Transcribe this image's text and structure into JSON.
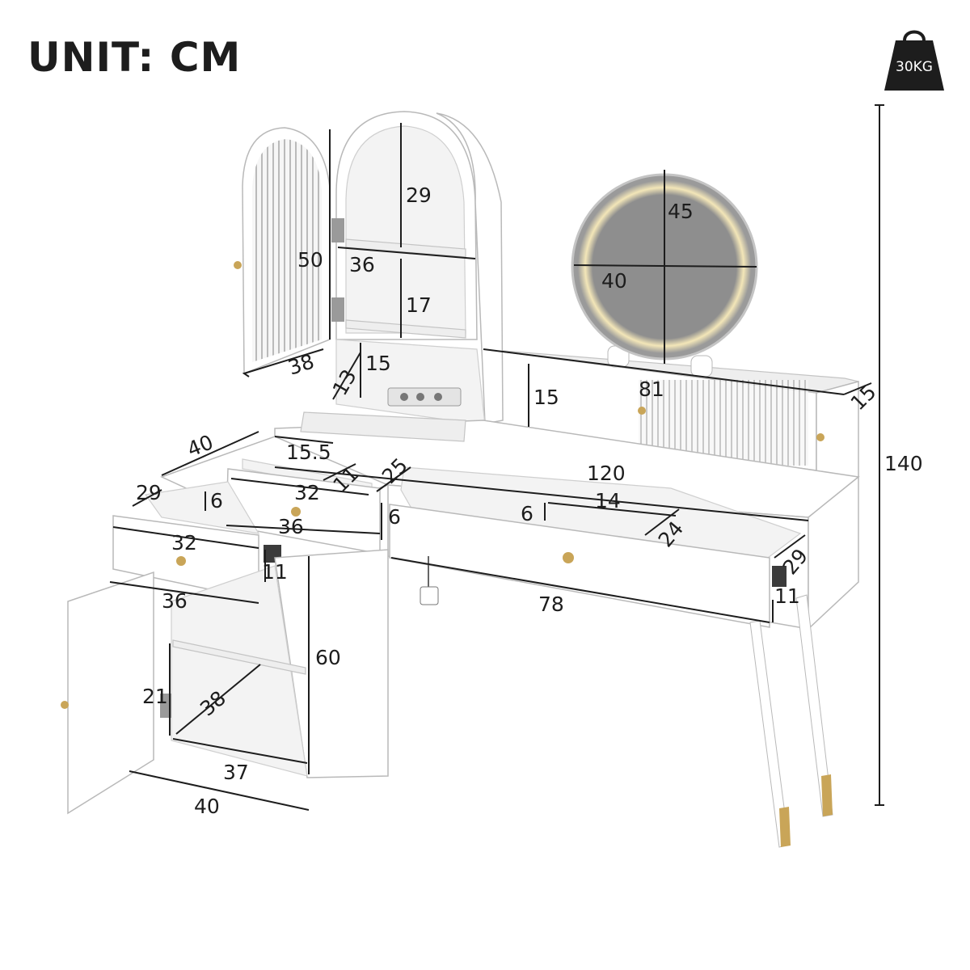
{
  "header": {
    "unit_label": "UNIT: CM"
  },
  "weight_badge": {
    "label": "30KG",
    "icon": "weight-icon"
  },
  "colors": {
    "text": "#1d1d1d",
    "furniture": "#ffffff",
    "outline": "#b9b9b9",
    "knob": "#c9a558",
    "mirror": "#8e8e8e",
    "light_ring": "#f3e6b8"
  },
  "dimensions": {
    "cabinet_door_width": "38",
    "cabinet_height": "50",
    "top_shelf_height": "29",
    "shelf_width": "36",
    "mid_shelf_height": "17",
    "niche_height": "15",
    "niche_depth": "13",
    "mirror_height": "45",
    "mirror_width": "40",
    "hutch_height": "15",
    "hutch_width": "81",
    "hutch_depth": "15",
    "total_height": "140",
    "side_depth": "40",
    "small_tray_width": "15.5",
    "small_tray_depth": "11",
    "tray_length": "25",
    "top_drawer_width": "32",
    "top_drawer_outer": "36",
    "top_drawer_front": "6",
    "left_drawer_depth": "29",
    "left_drawer_height": "6",
    "left_drawer_width": "32",
    "left_drawer_outer": "36",
    "left_drawer_slide": "11",
    "desk_width": "120",
    "organizer_width": "14",
    "organizer_gap": "6",
    "organizer_depth": "24",
    "main_drawer_depth": "29",
    "main_drawer_slide": "11",
    "main_drawer_width": "78",
    "lower_cabinet_height": "60",
    "inner_height": "21",
    "inner_depth": "38",
    "inner_width": "37",
    "lower_cabinet_width": "40"
  }
}
